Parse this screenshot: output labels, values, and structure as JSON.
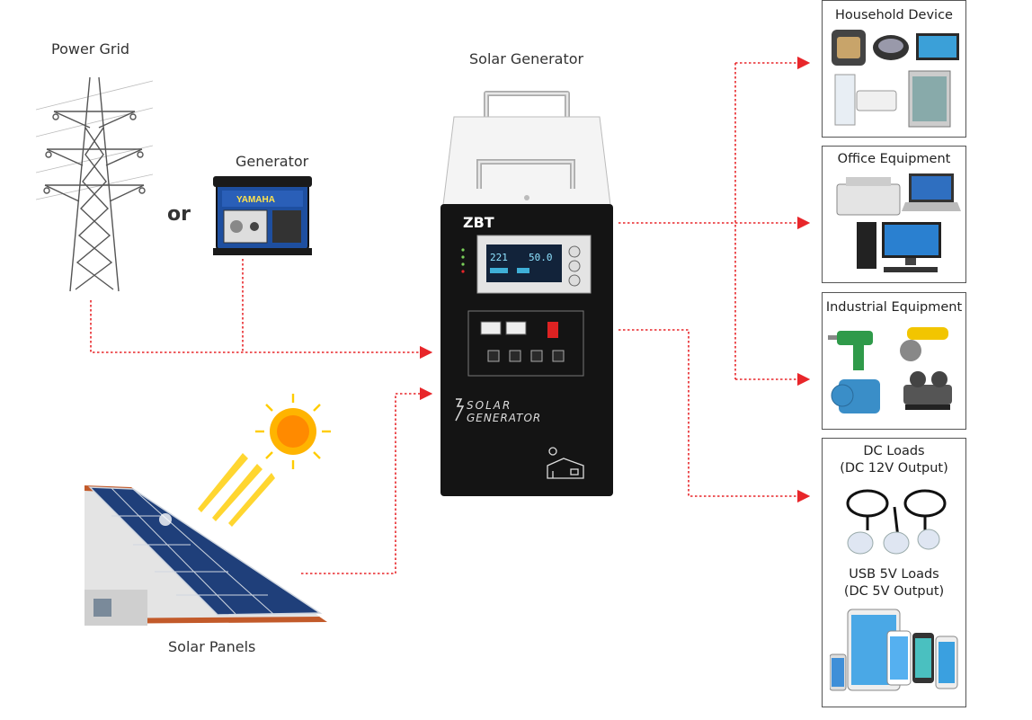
{
  "sources": {
    "grid_label": "Power Grid",
    "generator_label": "Generator",
    "or_label": "or",
    "solar_label": "Solar Panels"
  },
  "unit": {
    "title": "Solar Generator",
    "brand": "ZBT",
    "display_voltage": "221",
    "display_freq": "50.0",
    "body_line1": "SOLAR",
    "body_line2": "GENERATOR"
  },
  "outputs": {
    "household": "Household Device",
    "office": "Office Equipment",
    "industrial": "Industrial Equipment",
    "dc_title": "DC Loads",
    "dc_sub": "(DC 12V Output)",
    "usb_title": "USB 5V Loads",
    "usb_sub": "(DC 5V Output)"
  },
  "colors": {
    "flow": "#e8262a",
    "unit_body": "#141414",
    "unit_top": "#f4f4f4"
  }
}
